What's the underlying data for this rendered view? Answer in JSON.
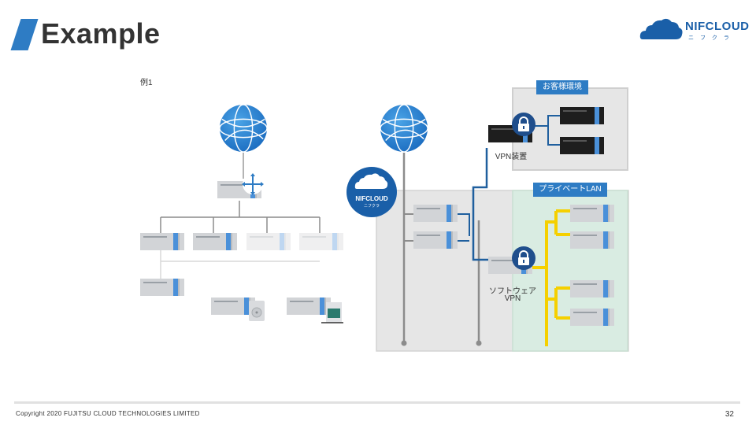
{
  "header": {
    "title": "Example",
    "accent_color": "#2e7cc4"
  },
  "logo": {
    "name": "NIFCLOUD",
    "sub": "ニ フ ク ラ",
    "color": "#1a5fa8"
  },
  "diagram": {
    "example_label": "例1",
    "customer_env_tag": "お客様環境",
    "vpn_device_label": "VPN装置",
    "private_lan_tag": "プライベートLAN",
    "software_vpn_label_line1": "ソフトウェア",
    "software_vpn_label_line2": "VPN",
    "nifcloud_badge_text": "NIFCLOUD",
    "nifcloud_badge_sub": "ニフクラ",
    "colors": {
      "wire_blue": "#1f5f9e",
      "wire_gray": "#8c8c8c",
      "wire_yellow": "#f5d000",
      "lan_bg": "#d9ece2",
      "cloud_bg": "#e6e6e6"
    }
  },
  "footer": {
    "copyright": "Copyright 2020 FUJITSU CLOUD TECHNOLOGIES LIMITED",
    "page_number": "32"
  }
}
